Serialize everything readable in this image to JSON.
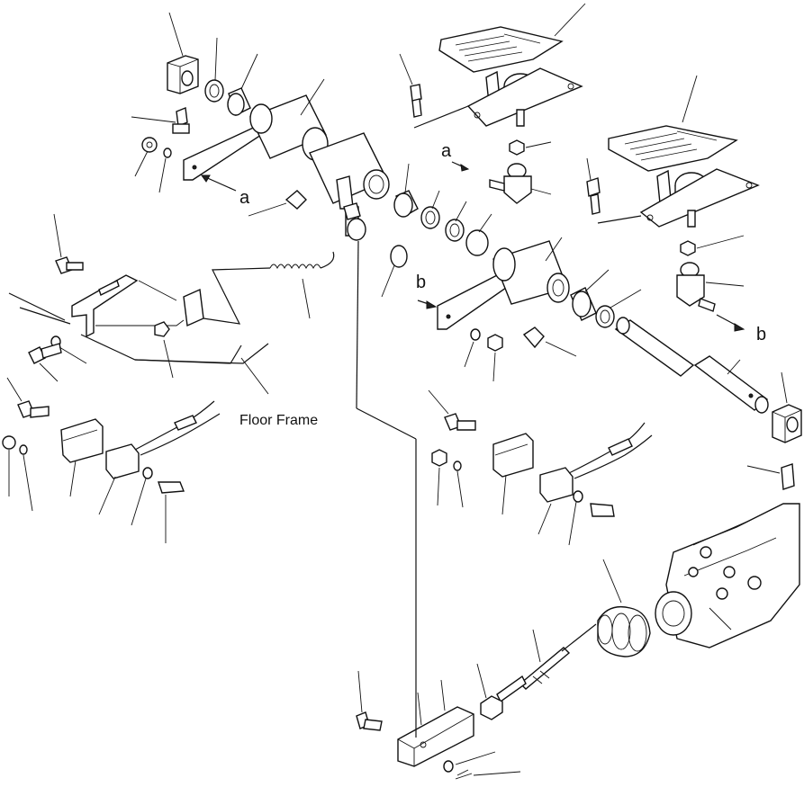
{
  "labels": {
    "floor_frame": "Floor Frame",
    "ref_a_upper": "a",
    "ref_a_lower": "a",
    "ref_b_left": "b",
    "ref_b_right": "b"
  }
}
